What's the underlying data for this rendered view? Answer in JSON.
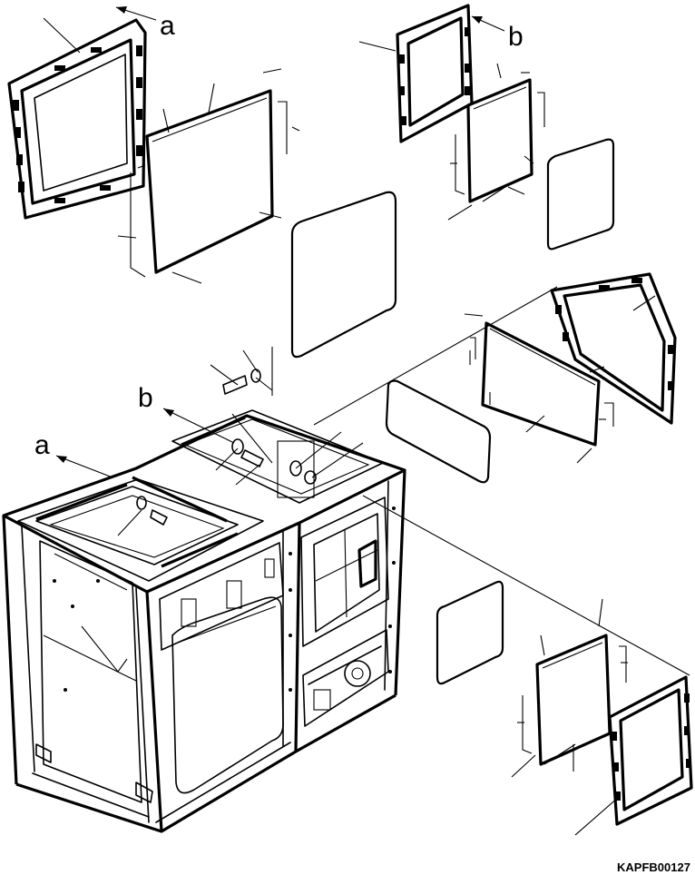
{
  "callouts": {
    "a_top": "a",
    "b_top": "b",
    "b_left": "b",
    "a_left": "a"
  },
  "drawing_code": "KAPFB00127"
}
